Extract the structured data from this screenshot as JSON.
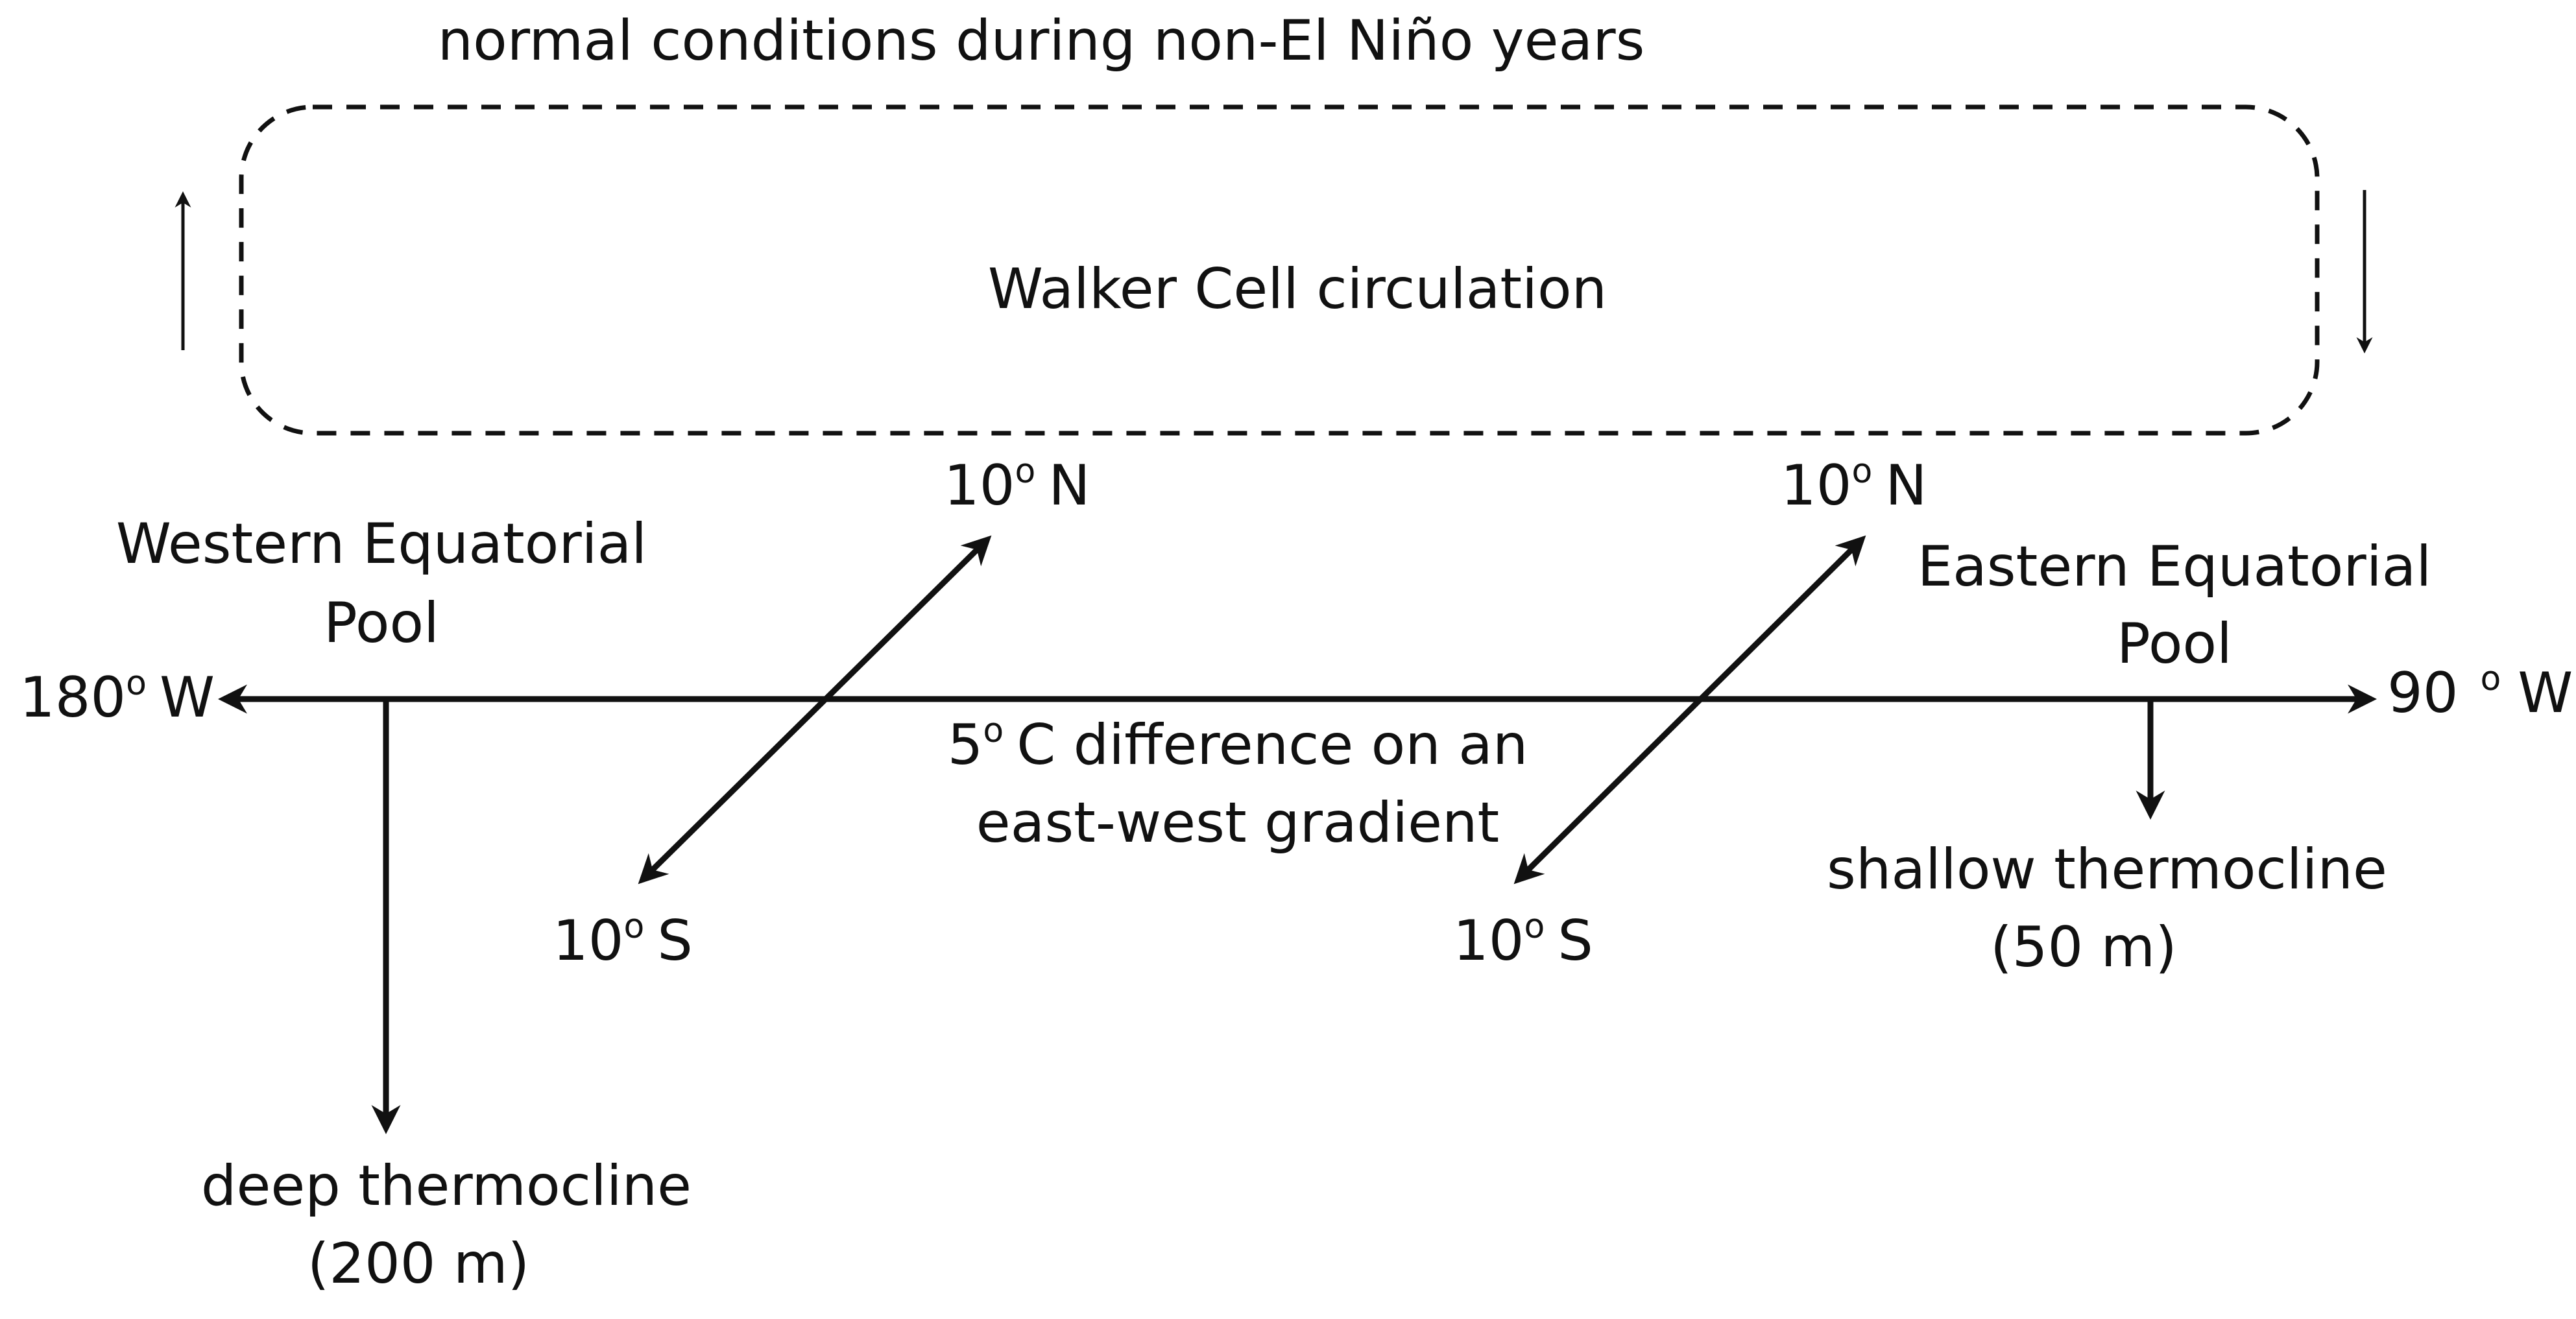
{
  "diagram": {
    "title": "normal conditions during non-El Niño years",
    "walker_cell_label": "Walker Cell circulation",
    "north_label_west": "10",
    "north_label_east": "10",
    "north_suffix": "N",
    "south_label_west": "10",
    "south_label_east": "10",
    "south_suffix": "S",
    "degree_symbol": "o",
    "west_pool_line1": "Western Equatorial",
    "west_pool_line2": "Pool",
    "east_pool_line1": "Eastern Equatorial",
    "east_pool_line2": "Pool",
    "west_longitude": "180",
    "west_longitude_suffix": "W",
    "east_longitude": "90",
    "east_longitude_suffix": "W",
    "gradient_line1_num": "5",
    "gradient_line1_rest": "C difference on an",
    "gradient_line2": "east-west gradient",
    "deep_line1": "deep thermocline",
    "deep_line2": "(200 m)",
    "shallow_line1": "shallow thermocline",
    "shallow_line2": "(50 m)",
    "colors": {
      "ink": "#111111",
      "background": "#ffffff"
    }
  }
}
